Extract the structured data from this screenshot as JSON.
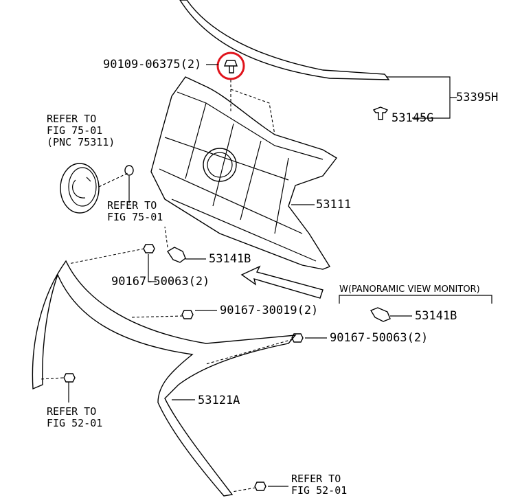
{
  "highlight_color": "#e0141c",
  "labels": {
    "bolt_top": "90109-06375(2)",
    "molding": "53395H",
    "clip": "53145G",
    "refer_emblem_1": "REFER TO",
    "refer_emblem_2": "FIG 75-01",
    "refer_emblem_3": "(PNC 75311)",
    "refer_mid_1": "REFER TO",
    "refer_mid_2": "FIG 75-01",
    "grille": "53111",
    "bracket": "53141B",
    "nut_a": "90167-50063(2)",
    "nut_b": "90167-30019(2)",
    "nut_c": "90167-50063(2)",
    "option_header": "W(PANORAMIC VIEW MONITOR)",
    "bracket_alt": "53141B",
    "bumper_grille": "53121A",
    "refer_left_1": "REFER TO",
    "refer_left_2": "FIG 52-01",
    "refer_bottom_1": "REFER TO",
    "refer_bottom_2": "FIG 52-01"
  }
}
